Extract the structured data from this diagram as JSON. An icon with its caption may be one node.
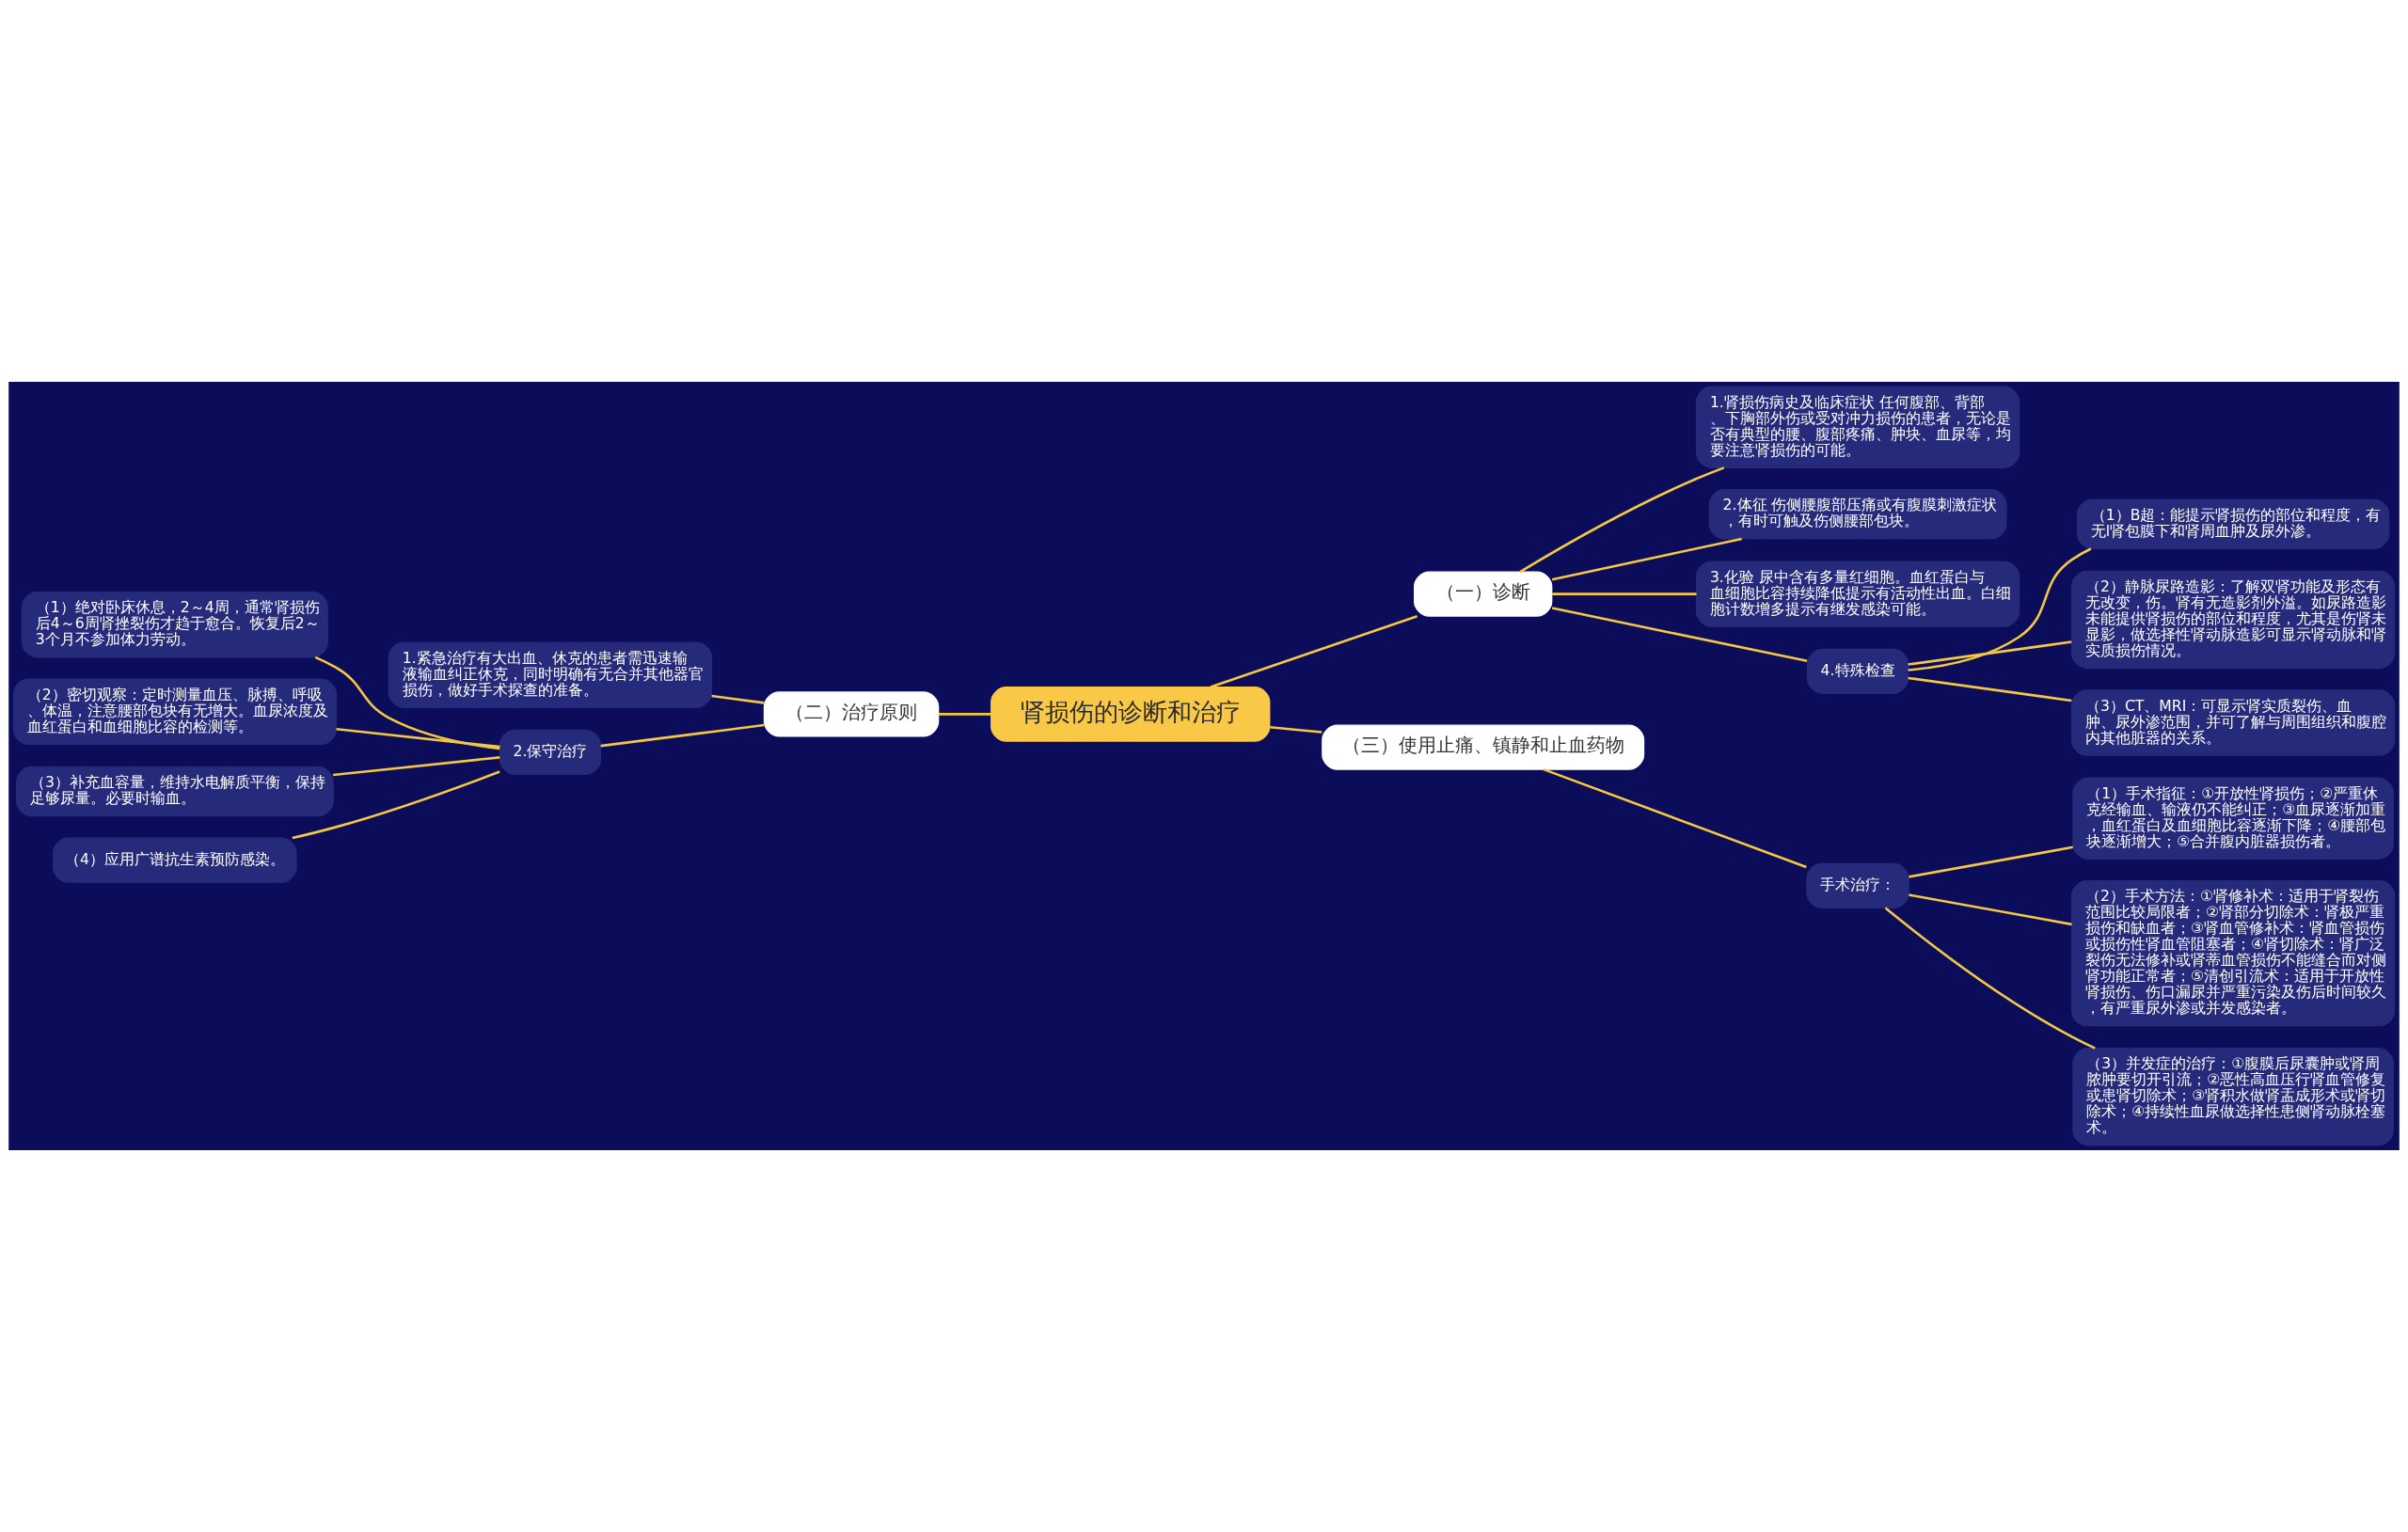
{
  "diagram": {
    "nodes": [
      {
        "text": [
          "肾损伤的诊断和治疗"
        ]
      },
      {
        "text": [
          "（一）诊断"
        ]
      },
      {
        "text": [
          "1.肾损伤病史及临床症状 任何腹部、背部、下胸部外伤或受对冲力损伤的患者，无论是否有典型的腰、腹部疼痛、肿块、血尿等，均要注意肾损伤的可能。"
        ]
      },
      {
        "text": [
          "2.体征 伤侧腰腹部压痛或有腹膜刺激症状，有时可触及伤侧腰部包块。"
        ]
      },
      {
        "text": [
          "3.化验 尿中含有多量红细胞。血红蛋白与血细胞比容持续降低提示有活动性出血。白细胞计数增多提示有继发感染可能。"
        ]
      },
      {
        "text": [
          "4.特殊检查"
        ]
      },
      {
        "text": [
          "（1）B超：能提示肾损伤的部位和程度，有无l肾包膜下和肾周血肿及尿外渗。"
        ]
      },
      {
        "text": [
          "（2）静脉尿路造影：了解双肾功能及形态有无改变，伤。肾有无造影剂外溢。如尿路造影未能提供肾损伤的部位和程度，尤其是伤肾未显影，做选择性肾动脉造影可显示肾动脉和肾实质损伤情况。"
        ]
      },
      {
        "text": [
          "（3）CT、MRI：可显示肾实质裂伤、血肿、尿外渗范围，并可了解与周围组织和腹腔内其他脏器的关系。"
        ]
      },
      {
        "text": [
          "（二）治疗原则"
        ]
      },
      {
        "text": [
          "1.紧急治疗有大出血、休克的患者需迅速输液输血纠正休克，同时明确有无合并其他器官损伤，做好手术探查的准备。"
        ]
      },
      {
        "text": [
          "2.保守治疗"
        ]
      },
      {
        "text": [
          "（1）绝对卧床休息，2～4周，通常肾损伤后4～6周肾挫裂伤才趋于愈合。恢复后2～3个月不参加体力劳动。"
        ]
      },
      {
        "text": [
          "（2）密切观察：定时测量血压、脉搏、呼吸、体温，注意腰部包块有无增大。血尿浓度及血红蛋白和血细胞比容的检测等。"
        ]
      },
      {
        "text": [
          "（3）补充血容量，维持水电解质平衡，保持足够尿量。必要时输血。"
        ]
      },
      {
        "text": [
          "（4）应用广谱抗生素预防感染。"
        ]
      },
      {
        "text": [
          "（三）使用止痛、镇静和止血药物"
        ]
      },
      {
        "text": [
          "手术治疗："
        ]
      },
      {
        "text": [
          "（1）手术指征：①开放性肾损伤；②严重休克经输血、输液仍不能纠正；③血尿逐渐加重，血红蛋白及血细胞比容逐渐下降；④腰部包块逐渐增大；⑤合并腹内脏器损伤者。"
        ]
      },
      {
        "text": [
          "（2）手术方法：①肾修补术：适用于肾裂伤范围比较局限者；②肾部分切除术：肾极严重损伤和缺血者；③肾血管修补术：肾血管损伤或损伤性肾血管阻塞者；④肾切除术：肾广泛裂伤无法修补或肾蒂血管损伤不能缝合而对侧肾功能正常者；⑤清创引流术：适用于开放性肾损伤、伤口漏尿并严重污染及伤后时间较久，有严重尿外渗或并发感染者。"
        ]
      },
      {
        "text": [
          "（3）并发症的治疗：①腹膜后尿囊肿或肾周脓肿要切开引流；②恶性高血压行肾血管修复或患肾切除术；③肾积水做肾盂成形术或肾切除术；④持续性血尿做选择性患侧肾动脉栓塞术。"
        ]
      }
    ],
    "edges": [
      {
        "from": 0,
        "to": 1,
        "arrow": "none"
      },
      {
        "from": 1,
        "to": 2,
        "arrow": "none"
      },
      {
        "from": 1,
        "to": 3,
        "arrow": "none"
      },
      {
        "from": 1,
        "to": 4,
        "arrow": "none"
      },
      {
        "from": 1,
        "to": 5,
        "arrow": "none"
      },
      {
        "from": 5,
        "to": 6,
        "arrow": "none"
      },
      {
        "from": 5,
        "to": 7,
        "arrow": "none"
      },
      {
        "from": 5,
        "to": 8,
        "arrow": "none"
      },
      {
        "from": 0,
        "to": 9,
        "arrow": "none"
      },
      {
        "from": 9,
        "to": 10,
        "arrow": "none"
      },
      {
        "from": 9,
        "to": 11,
        "arrow": "none"
      },
      {
        "from": 11,
        "to": 12,
        "arrow": "none"
      },
      {
        "from": 11,
        "to": 13,
        "arrow": "none"
      },
      {
        "from": 11,
        "to": 14,
        "arrow": "none"
      },
      {
        "from": 11,
        "to": 15,
        "arrow": "none"
      },
      {
        "from": 0,
        "to": 16,
        "arrow": "none"
      },
      {
        "from": 16,
        "to": 17,
        "arrow": "none"
      },
      {
        "from": 17,
        "to": 18,
        "arrow": "none"
      },
      {
        "from": 17,
        "to": 19,
        "arrow": "none"
      },
      {
        "from": 17,
        "to": 20,
        "arrow": "none"
      }
    ]
  }
}
